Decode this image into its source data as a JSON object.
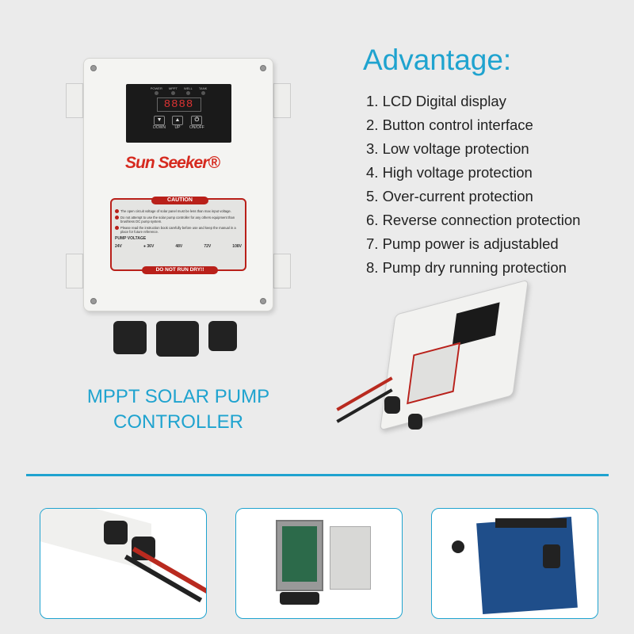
{
  "product": {
    "brand_logo": "SunSeeker",
    "panel": {
      "leds": [
        "POWER",
        "MPPT",
        "WELL",
        "TANK"
      ],
      "display": "8888",
      "buttons": [
        "DOWN",
        "UP",
        "ON/OFF"
      ]
    },
    "caution": {
      "title": "CAUTION",
      "items": [
        "The open circuit voltage of solar panel must be less than max input voltage.",
        "Do not attempt to use the solar pump controller for any others equipment than brushless DC pump system.",
        "Please read the instruction book carefully before use and keep the manual in a place for future reference."
      ],
      "pump_voltage_label": "PUMP VOLTAGE",
      "voltages": [
        "24V",
        "36V",
        "48V",
        "72V",
        "108V"
      ],
      "selected_voltage": "36V",
      "warning": "DO NOT RUN DRY!!"
    }
  },
  "advantage": {
    "title": "Advantage:",
    "items": [
      "1. LCD Digital display",
      "2. Button control interface",
      "3. Low voltage protection",
      "4. High voltage protection",
      "5. Over-current protection",
      "6. Reverse connection protection",
      "7. Pump power is adjustabled",
      "8. Pump dry running protection"
    ]
  },
  "caption": {
    "line1": "MPPT SOLAR PUMP",
    "line2": "CONTROLLER"
  },
  "colors": {
    "accent": "#1fa3cf",
    "brand_red": "#d62a1f",
    "background": "#ebebeb"
  }
}
